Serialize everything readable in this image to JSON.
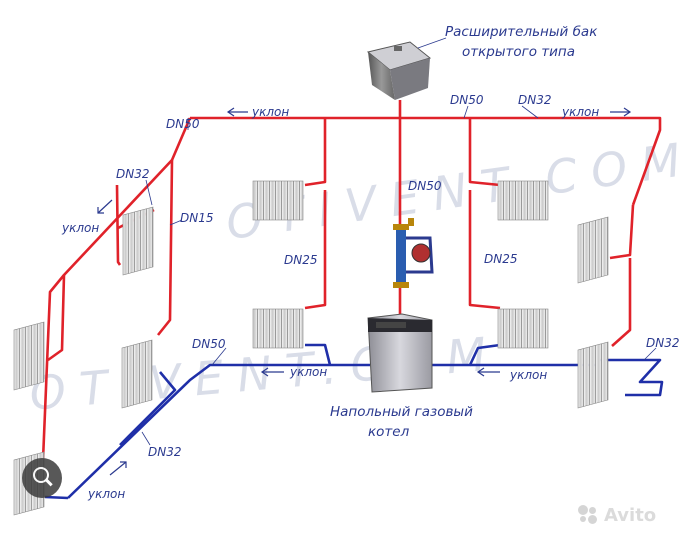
{
  "tank_label": [
    "Расширительный бак",
    "открытого типа"
  ],
  "boiler_label": [
    "Напольный газовый",
    "котел"
  ],
  "labels": {
    "dn50_top_left": "DN50",
    "dn50_top_mid": "DN50",
    "dn32_top_right": "DN32",
    "dn32_left": "DN32",
    "dn15": "DN15",
    "dn50_riser": "DN50",
    "dn25_left": "DN25",
    "dn25_right": "DN25",
    "dn50_return": "DN50",
    "dn32_return_left": "DN32",
    "dn32_return_right": "DN32"
  },
  "slope": {
    "top_left": "уклон",
    "top_right": "уклон",
    "left_side": "уклон",
    "return_mid": "уклон",
    "return_right": "уклон",
    "return_bottom": "уклон"
  },
  "watermark": "OTIVENT.COM",
  "avito": "Avito",
  "colors": {
    "supply": "#e0222a",
    "return": "#1f2fa8",
    "text": "#2b3a8f"
  }
}
